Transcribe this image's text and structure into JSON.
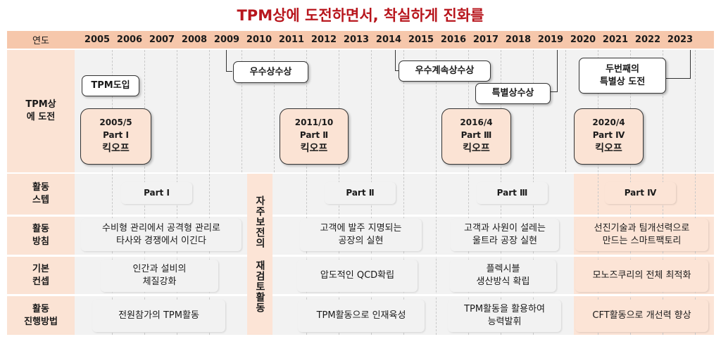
{
  "title": "TPM상에 도전하면서, 착실하게 진화를",
  "year_header": "연도",
  "years": [
    "2005",
    "2006",
    "2007",
    "2008",
    "2009",
    "2010",
    "2011",
    "2012",
    "2013",
    "2014",
    "2015",
    "2016",
    "2017",
    "2018",
    "2019",
    "2020",
    "2021",
    "2022",
    "2023"
  ],
  "rows": {
    "challenge": "TPM상\n에 도전",
    "step": "활동\n스텝",
    "policy": "활동\n방침",
    "concept": "기본\n컨셉",
    "method": "활동\n진행방법"
  },
  "callouts": {
    "intro": "TPM도입",
    "excellence": "우수상수상",
    "continuous": "우수계속상수상",
    "special": "특별상수상",
    "second_special": "두번째의\n특별상 도전"
  },
  "kickoffs": [
    {
      "date": "2005/5",
      "part": "Part Ⅰ",
      "label": "킥오프"
    },
    {
      "date": "2011/10",
      "part": "Part Ⅱ",
      "label": "킥오프"
    },
    {
      "date": "2016/4",
      "part": "Part Ⅲ",
      "label": "킥오프"
    },
    {
      "date": "2020/4",
      "part": "Part Ⅳ",
      "label": "킥오프"
    }
  ],
  "review_bar": "자주보전의 재검토활동",
  "parts": [
    "Part Ⅰ",
    "Part Ⅱ",
    "Part Ⅲ",
    "Part Ⅳ"
  ],
  "policies": [
    "수비형 관리에서 공격형 관리로\n타사와 경쟁에서 이긴다",
    "고객에 발주 지명되는\n공장의 실현",
    "고객과 사원이 설레는\n울트라 공장 실현",
    "선진기술과 팀개선력으로\n만드는 스마트팩토리"
  ],
  "concepts": [
    "인간과 설비의\n체질강화",
    "압도적인 QCD확립",
    "플렉시블\n생산방식 확립",
    "모노즈쿠리의 전체 최적화"
  ],
  "methods": [
    "전원참가의 TPM활동",
    "TPM활동으로 인재육성",
    "TPM활동을 활용하여\n능력발휘",
    "CFT활동으로 개선력 향상"
  ]
}
